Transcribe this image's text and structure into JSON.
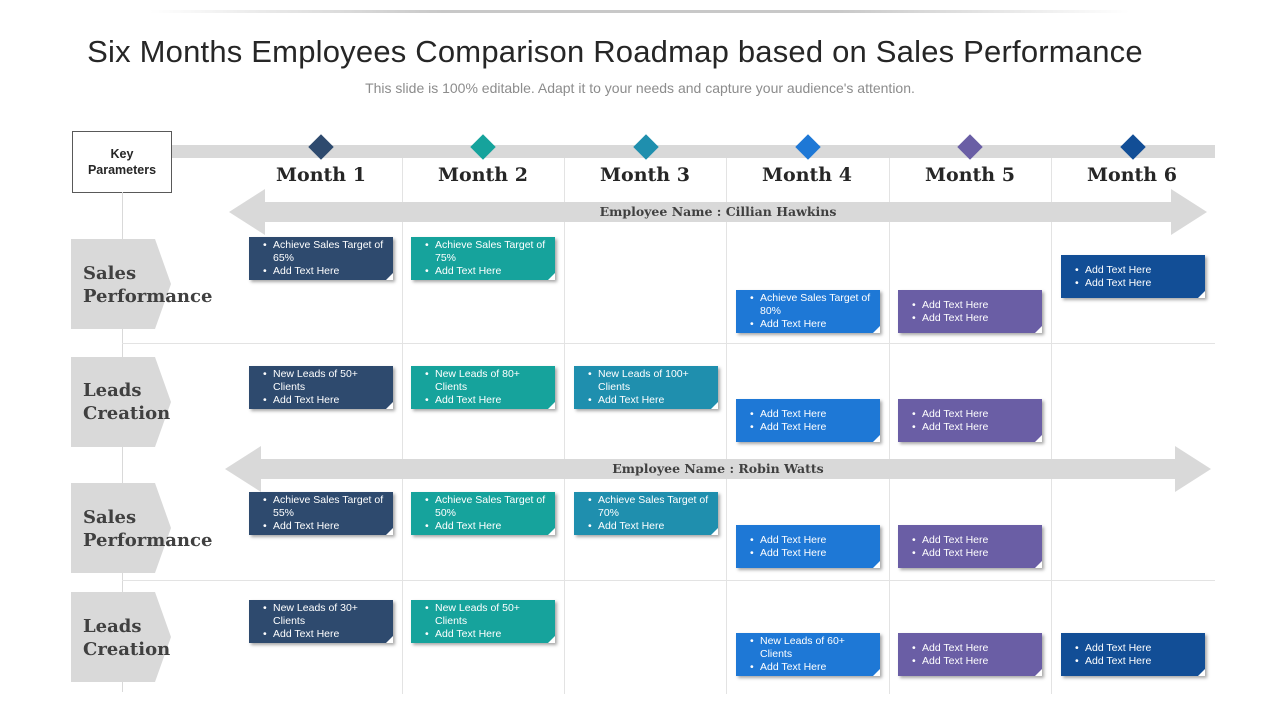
{
  "title": "Six Months Employees Comparison Roadmap based on Sales Performance",
  "subtitle": "This slide is 100% editable. Adapt it to your needs and capture your audience's attention.",
  "key_box": {
    "label": "Key\nParameters"
  },
  "months": [
    {
      "label": "Month 1",
      "color": "#2e4a6e"
    },
    {
      "label": "Month 2",
      "color": "#16a39c"
    },
    {
      "label": "Month 3",
      "color": "#1f8fae"
    },
    {
      "label": "Month 4",
      "color": "#1e78d6"
    },
    {
      "label": "Month 5",
      "color": "#6a5ea5"
    },
    {
      "label": "Month 6",
      "color": "#124e96"
    }
  ],
  "employees": [
    {
      "label": "Employee Name : Cillian Hawkins"
    },
    {
      "label": "Employee Name : Robin Watts"
    }
  ],
  "rows": [
    {
      "line1": "Sales",
      "line2": "Performance"
    },
    {
      "line1": "Leads",
      "line2": "Creation"
    },
    {
      "line1": "Sales",
      "line2": "Performance"
    },
    {
      "line1": "Leads",
      "line2": "Creation"
    }
  ],
  "cards": [
    {
      "bullets": [
        "Achieve Sales Target of 65%",
        "Add Text Here"
      ]
    },
    {
      "bullets": [
        "Achieve Sales Target of 75%",
        "Add Text Here"
      ]
    },
    {
      "bullets": [
        "Achieve Sales Target of 80%",
        "Add Text Here"
      ]
    },
    {
      "bullets": [
        "Add Text Here",
        "Add Text Here"
      ]
    },
    {
      "bullets": [
        "Add Text Here",
        "Add Text Here"
      ]
    },
    {
      "bullets": [
        "New Leads of 50+ Clients",
        "Add Text Here"
      ]
    },
    {
      "bullets": [
        "New Leads of 80+ Clients",
        "Add Text Here"
      ]
    },
    {
      "bullets": [
        "New Leads of 100+ Clients",
        "Add Text Here"
      ]
    },
    {
      "bullets": [
        "Add Text Here",
        "Add Text Here"
      ]
    },
    {
      "bullets": [
        "Add Text Here",
        "Add Text Here"
      ]
    },
    {
      "bullets": [
        "Achieve Sales Target of 55%",
        "Add Text Here"
      ]
    },
    {
      "bullets": [
        "Achieve Sales Target of 50%",
        "Add Text Here"
      ]
    },
    {
      "bullets": [
        "Achieve Sales Target of 70%",
        "Add Text Here"
      ]
    },
    {
      "bullets": [
        "Add Text Here",
        "Add Text Here"
      ]
    },
    {
      "bullets": [
        "Add Text Here",
        "Add Text Here"
      ]
    },
    {
      "bullets": [
        "New Leads of 30+ Clients",
        "Add Text Here"
      ]
    },
    {
      "bullets": [
        "New Leads of 50+ Clients",
        "Add Text Here"
      ]
    },
    {
      "bullets": [
        "New Leads of 60+ Clients",
        "Add Text Here"
      ]
    },
    {
      "bullets": [
        "Add Text Here",
        "Add Text Here"
      ]
    },
    {
      "bullets": [
        "Add Text Here",
        "Add Text Here"
      ]
    }
  ]
}
